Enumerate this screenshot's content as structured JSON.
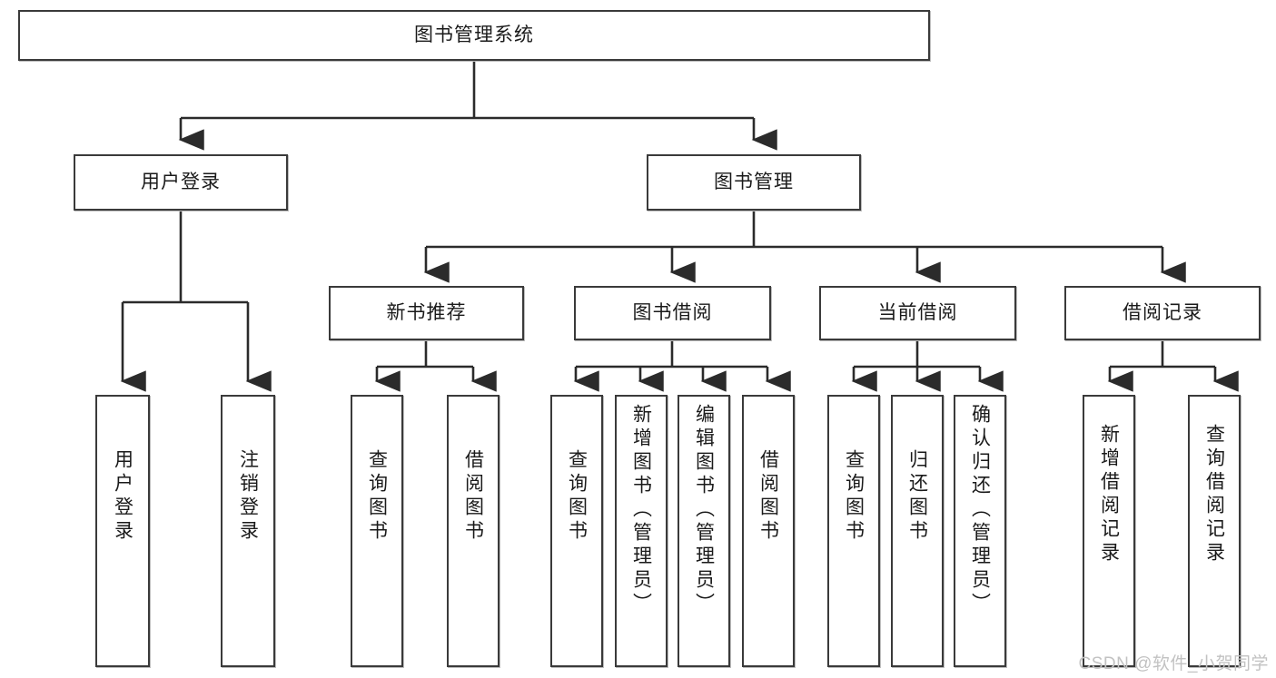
{
  "diagram": {
    "title": "图书管理系统",
    "type": "tree",
    "watermark": "CSDN @软件_小贺同学",
    "colors": {
      "box_border": "#3a3a3a",
      "box_fill": "#ffffff",
      "line": "#2b2b2b",
      "text": "#1a1a1a",
      "watermark": "#c2c2c2"
    },
    "root": {
      "label": "图书管理系统"
    },
    "level2": [
      {
        "label": "用户登录"
      },
      {
        "label": "图书管理"
      }
    ],
    "level3": [
      {
        "label": "新书推荐"
      },
      {
        "label": "图书借阅"
      },
      {
        "label": "当前借阅"
      },
      {
        "label": "借阅记录"
      }
    ],
    "leaves": {
      "user_login": [
        {
          "label": "用户登录"
        },
        {
          "label": "注销登录"
        }
      ],
      "new_book_recommend": [
        {
          "label": "查询图书"
        },
        {
          "label": "借阅图书"
        }
      ],
      "book_borrow": [
        {
          "label": "查询图书"
        },
        {
          "label": "新增图书（管理员）"
        },
        {
          "label": "编辑图书（管理员）"
        },
        {
          "label": "借阅图书"
        }
      ],
      "current_borrow": [
        {
          "label": "查询图书"
        },
        {
          "label": "归还图书"
        },
        {
          "label": "确认归还（管理员）"
        }
      ],
      "borrow_records": [
        {
          "label": "新增借阅记录"
        },
        {
          "label": "查询借阅记录"
        }
      ]
    }
  }
}
